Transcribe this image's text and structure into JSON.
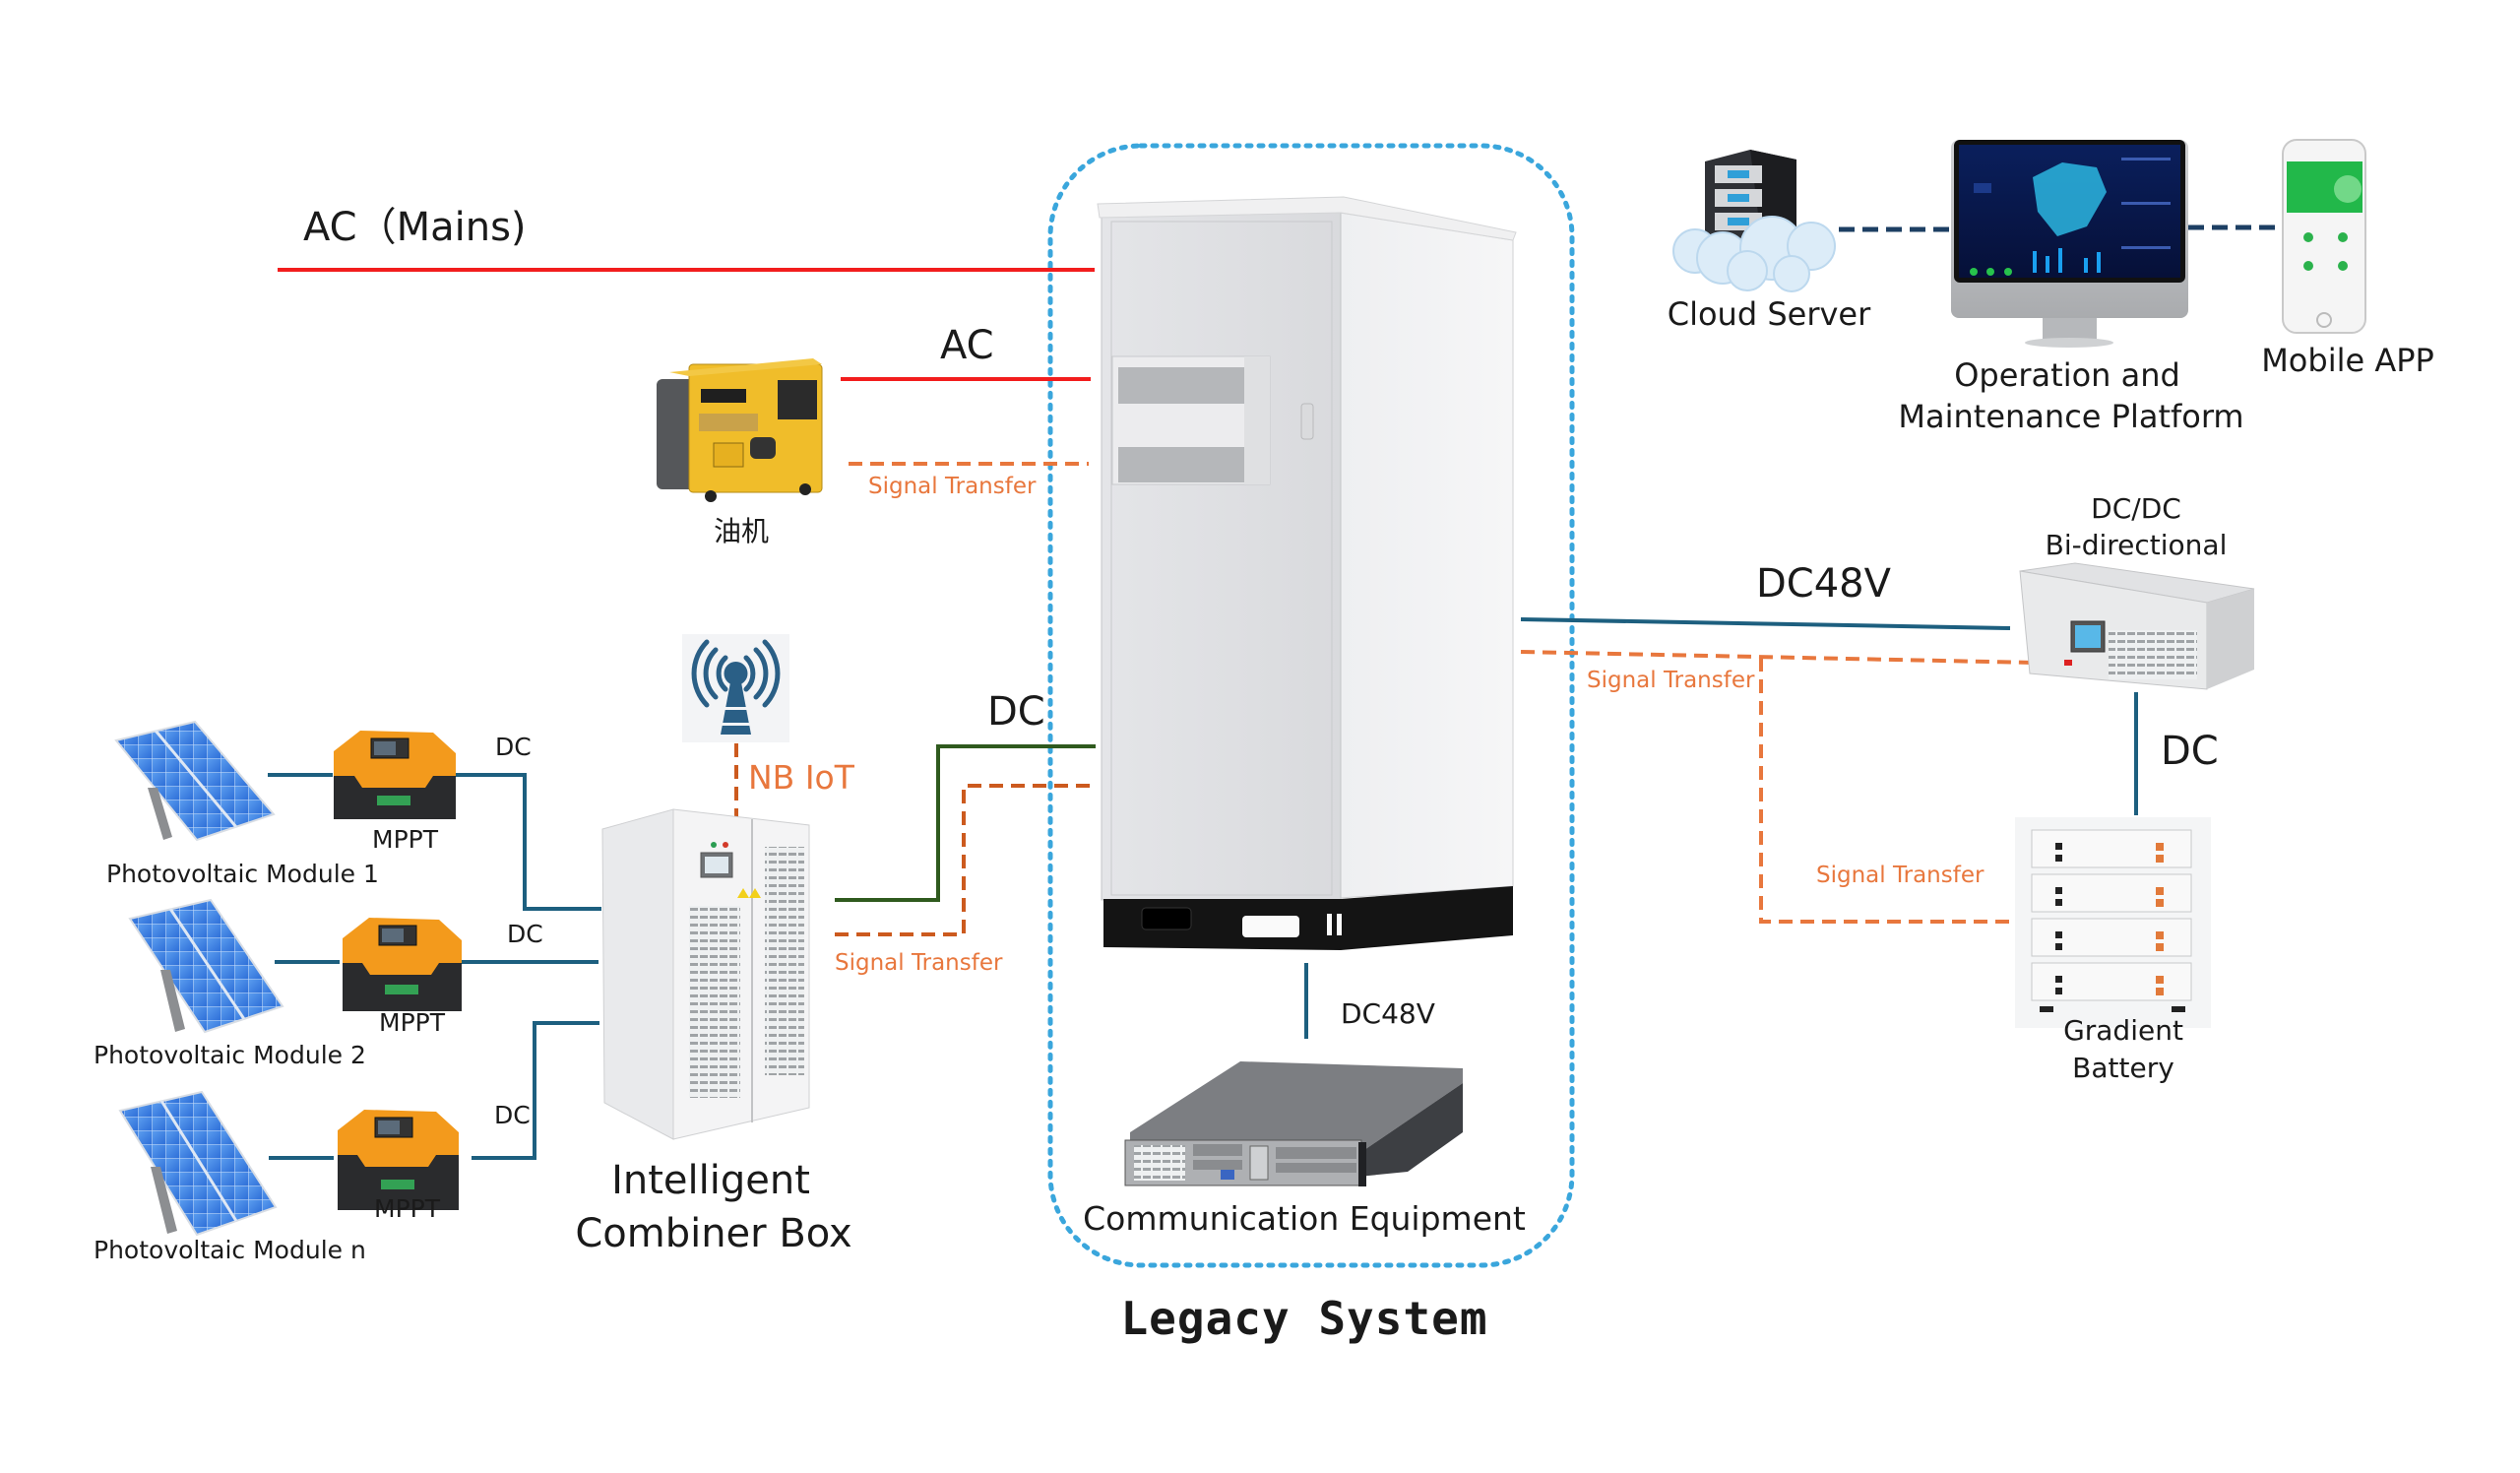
{
  "diagram": {
    "title": "Legacy System",
    "colors": {
      "ac_line": "#f21d1d",
      "dc_line": "#1d5f7f",
      "dc_green_line": "#2f5a1e",
      "signal_line": "#e8773d",
      "signal_line_dark": "#cc5a1e",
      "network_line": "#1d3f63",
      "legacy_boundary": "#3aa6dc"
    },
    "nodes": {
      "cloud_server": {
        "label": "Cloud Server",
        "icon": "cloud-server-icon"
      },
      "om_platform": {
        "label_line1": "Operation and",
        "label_line2": "Maintenance Platform",
        "icon": "monitor-dashboard-icon"
      },
      "mobile_app": {
        "label": "Mobile APP",
        "icon": "smartphone-icon"
      },
      "generator": {
        "label": "油机",
        "icon": "diesel-generator-icon"
      },
      "nb_iot": {
        "label": "NB IoT",
        "icon": "antenna-tower-icon"
      },
      "combiner_box": {
        "label_line1": "Intelligent",
        "label_line2": "Combiner Box",
        "icon": "cabinet-icon"
      },
      "legacy_cabinet": {
        "icon": "outdoor-cabinet-icon"
      },
      "communication_equipment": {
        "label": "Communication Equipment",
        "icon": "rack-server-icon"
      },
      "dcdc": {
        "label_line1": "DC/DC",
        "label_line2": "Bi-directional",
        "icon": "power-converter-icon"
      },
      "battery": {
        "label_line1": "Gradient",
        "label_line2": "Battery",
        "icon": "battery-rack-icon"
      },
      "pv_modules": [
        {
          "label": "Photovoltaic Module 1",
          "mppt_label": "MPPT",
          "link_label": "DC"
        },
        {
          "label": "Photovoltaic Module 2",
          "mppt_label": "MPPT",
          "link_label": "DC"
        },
        {
          "label": "Photovoltaic Module n",
          "mppt_label": "MPPT",
          "link_label": "DC"
        }
      ]
    },
    "links": {
      "mains": "AC（Mains)",
      "generator_ac": "AC",
      "generator_signal": "Signal Transfer",
      "combiner_dc": "DC",
      "combiner_signal": "Signal Transfer",
      "dc48v_main": "DC48V",
      "dcdc_signal": "Signal Transfer",
      "battery_signal": "Signal Transfer",
      "battery_dc": "DC",
      "comm_dc48v": "DC48V"
    }
  }
}
